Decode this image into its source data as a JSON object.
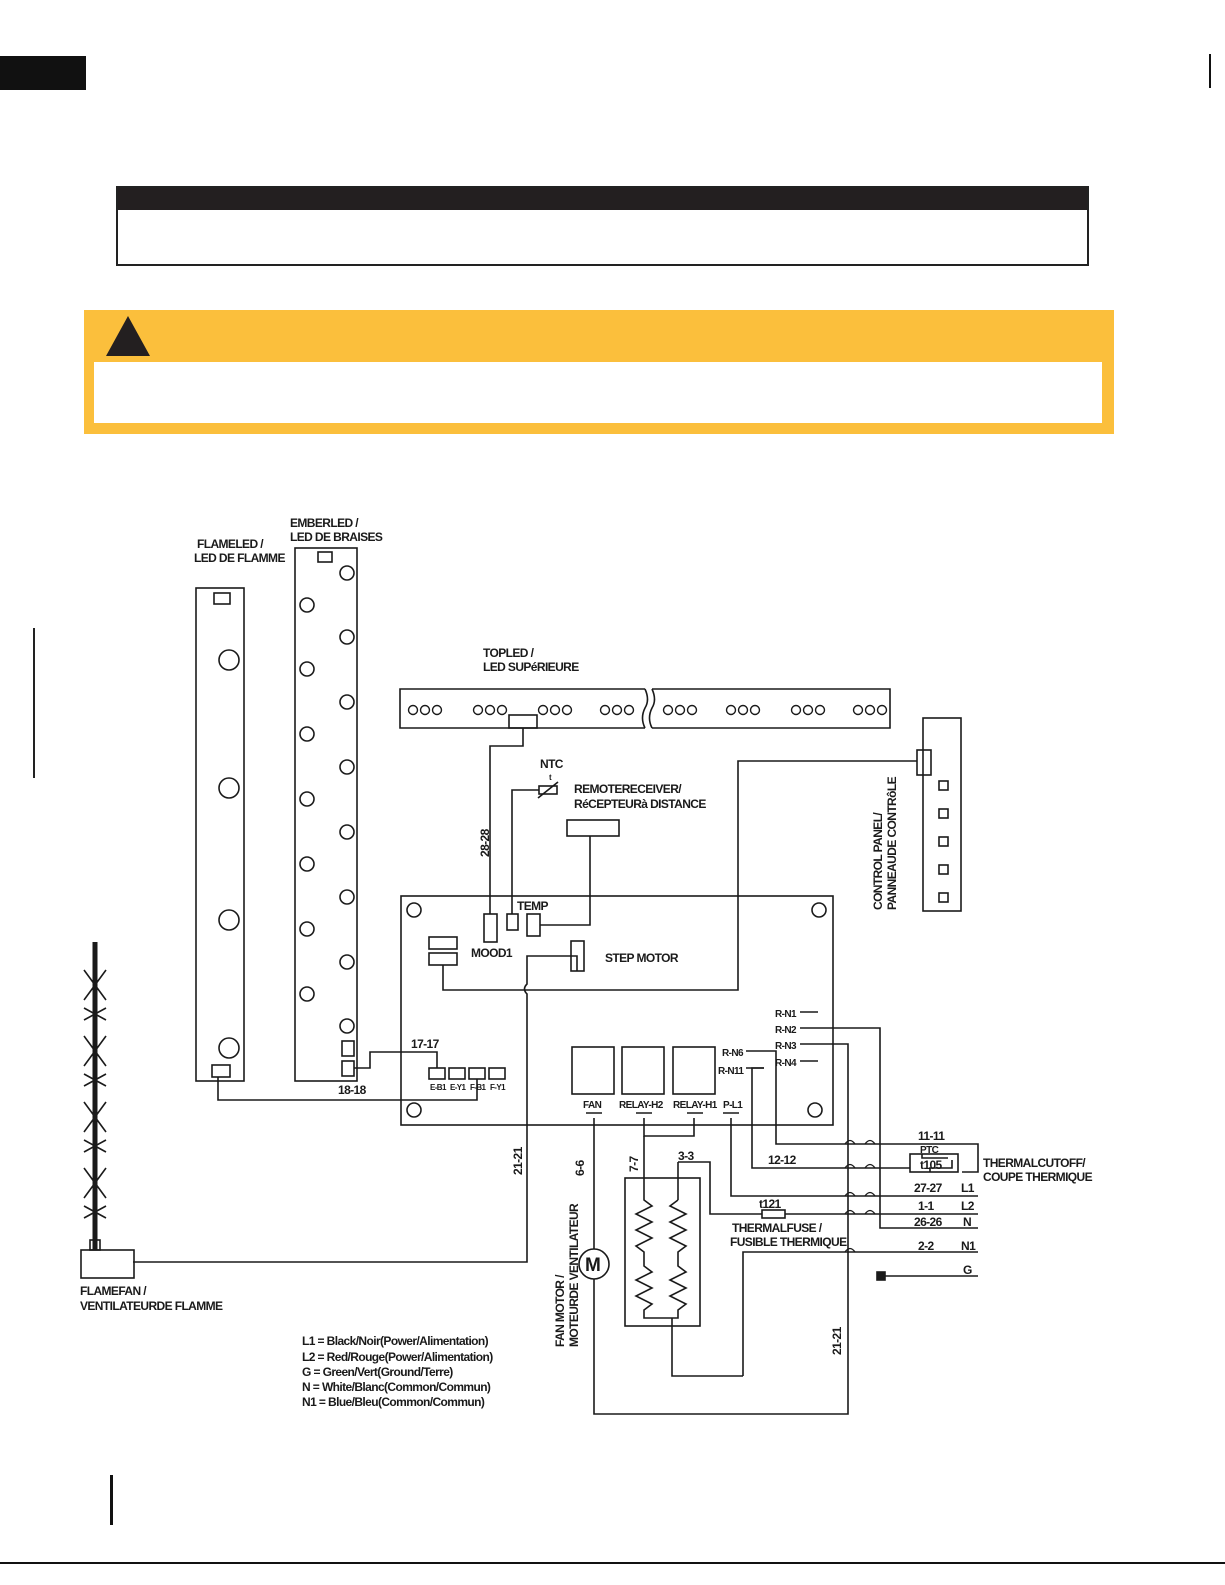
{
  "labels": {
    "flame_led_l1": "FLAMELED /",
    "flame_led_l2": "LED DE FLAMME",
    "ember_led_l1": "EMBERLED /",
    "ember_led_l2": "LED DE BRAISES",
    "top_led_l1": "TOPLED /",
    "top_led_l2": "LED SUPéRIEURE",
    "ntc": "NTC",
    "ntc_sym": "t",
    "remote_l1": "REMOTERECEIVER/",
    "remote_l2": "RéCEPTEURà DISTANCE",
    "control_l1": "CONTROL PANEL/",
    "control_l2": "PANNEAUDE CONTRôLE",
    "temp": "TEMP",
    "mood": "MOOD1",
    "step_motor": "STEP MOTOR",
    "w_28_28": "28-28",
    "w_17_17": "17-17",
    "w_18_18": "18-18",
    "eb1": "E-B1",
    "ey1": "E-Y1",
    "fb1": "F-B1",
    "fy1": "F-Y1",
    "rn1": "R-N1",
    "rn2": "R-N2",
    "rn3": "R-N3",
    "rn4": "R-N4",
    "rn6": "R-N6",
    "rn11": "R-N11",
    "fan": "FAN",
    "relay_h2": "RELAY-H2",
    "relay_h1": "RELAY-H1",
    "pl1": "P-L1",
    "w_21_21": "21-21",
    "w_21_21_b": "21-21",
    "w_6_6": "6-6",
    "w_7_7": "7-7",
    "w_3_3": "3-3",
    "w_11_11": "11-11",
    "w_12_12": "12-12",
    "w_27_27": "27-27",
    "w_1_1": "1-1",
    "w_26_26": "26-26",
    "w_2_2": "2-2",
    "term_l1": "L1",
    "term_l2": "L2",
    "term_n": "N",
    "term_n1": "N1",
    "term_g": "G",
    "ptc": "PTC",
    "t105": "t105",
    "t121": "t121",
    "cutoff_l1": "THERMALCUTOFF/",
    "cutoff_l2": "COUPE THERMIQUE",
    "fuse_l1": "THERMALFUSE /",
    "fuse_l2": "FUSIBLE THERMIQUE",
    "motor_symbol": "M",
    "fan_motor_l1": "FAN MOTOR /",
    "fan_motor_l2": "MOTEURDE VENTILATEUR",
    "flame_fan_l1": "FLAMEFAN /",
    "flame_fan_l2": "VENTILATEURDE FLAMME"
  },
  "legend": [
    "L1 = Black/Noir(Power/Alimentation)",
    "L2 = Red/Rouge(Power/Alimentation)",
    "G = Green/Vert(Ground/Terre)",
    "N = White/Blanc(Common/Commun)",
    "N1 = Blue/Bleu(Common/Commun)"
  ],
  "icons": {
    "warning": "warning-triangle-icon",
    "fan_motor": "motor-icon",
    "heater": "heating-element-icon"
  },
  "colors": {
    "warning_accent": "#fbbf3c",
    "ink": "#1a1a1a"
  }
}
